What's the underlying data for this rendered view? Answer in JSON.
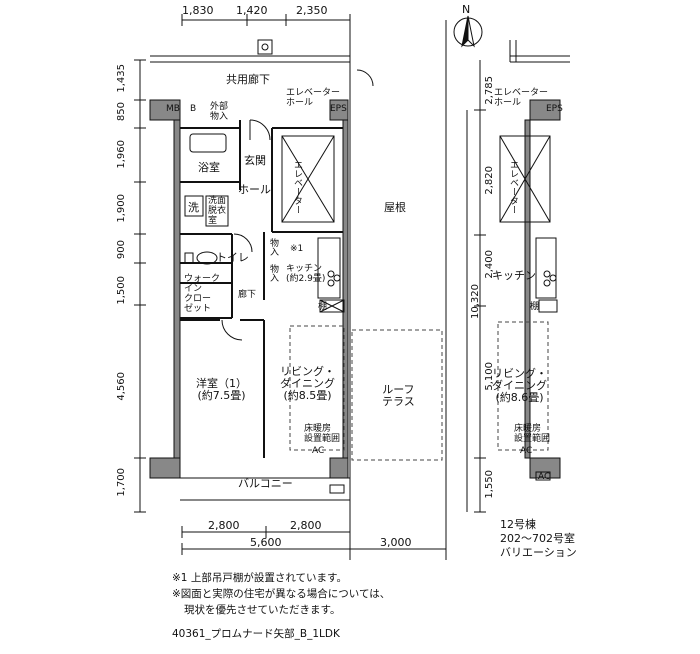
{
  "plan": {
    "dims_top": [
      "1,830",
      "1,420",
      "2,350"
    ],
    "dims_left": [
      "1,435",
      "850",
      "1,960",
      "1,900",
      "900",
      "1,500",
      "4,560",
      "1,700"
    ],
    "dims_mid": [
      "2,785",
      "2,820",
      "2,400",
      "10,320",
      "5,100",
      "1,550"
    ],
    "dims_bottom_row1": [
      "2,800",
      "2,800"
    ],
    "dims_bottom_row2": [
      "5,600",
      "3,000"
    ],
    "north": "N",
    "corridor": "共用廊下",
    "elevator_hall": "エレベーター\nホール",
    "eps": "EPS",
    "mb": "MB",
    "b": "B",
    "outdoor_storage": "外部\n物入",
    "bath": "浴室",
    "entrance": "玄関",
    "hall": "ホール",
    "elevator": "エレベーター",
    "roof": "屋根",
    "wash": "洗",
    "washroom": "洗面\n脱衣\n室",
    "toilet": "トイレ",
    "storage": "物入",
    "note_mark": "※1",
    "kitchen": "キッチン\n(約2.9畳)",
    "walkin": "ウォーク\nイン\nクロー\nゼット",
    "hallway": "廊下",
    "shelf": "棚",
    "western_room": "洋室（1）\n(約7.5畳)",
    "living": "リビング・\nダイニング\n(約8.5畳)",
    "floor_heating": "床暖房\n設置範囲",
    "roof_terrace": "ルーフ\nテラス",
    "ac": "AC",
    "balcony": "バルコニー",
    "var_elevator_hall": "エレベーター\nホール",
    "var_eps": "EPS",
    "var_elevator": "エレベーター",
    "var_kitchen": "キッチン",
    "var_shelf": "棚",
    "var_living": "リビング・\nダイニング\n(約8.6畳)",
    "var_floor_heating": "床暖房\n設置範囲",
    "var_ac": "AC",
    "var_ac2": "AC",
    "variation_label": "12号棟\n202〜702号室\nバリエーション"
  },
  "notes": {
    "line1": "※1 上部吊戸棚が設置されています。",
    "line2": "※図面と実際の住宅が異なる場合については、",
    "line3": "現状を優先させていただきます。",
    "file_code": "40361_プロムナード矢部_B_1LDK"
  }
}
